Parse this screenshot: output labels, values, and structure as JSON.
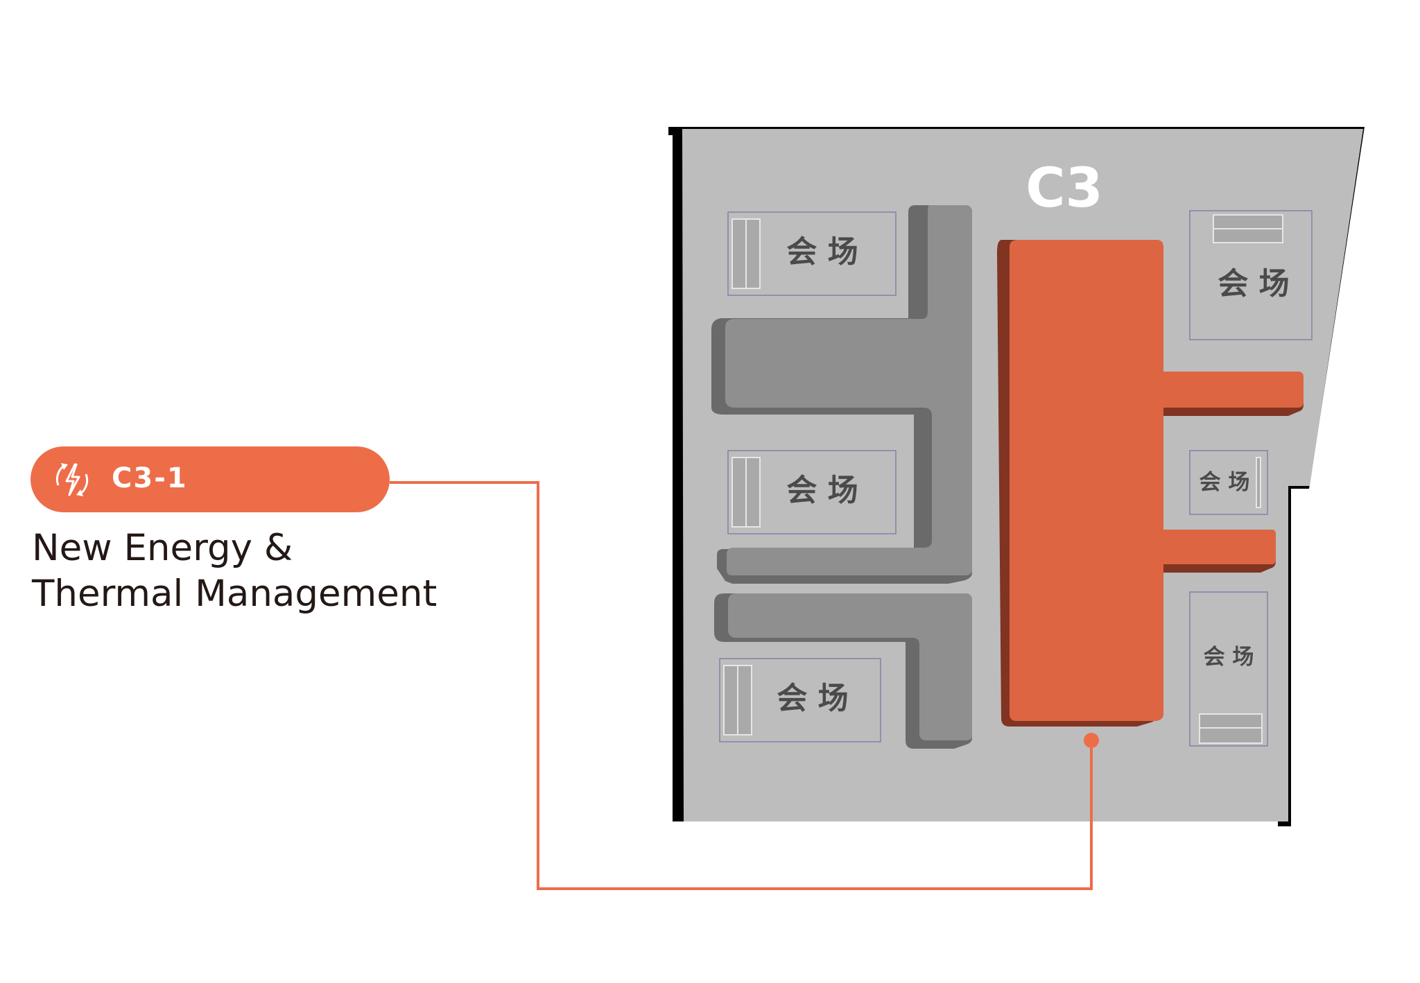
{
  "hall": {
    "title": "C3"
  },
  "zone": {
    "code": "C3-1",
    "name_line1": "New Energy &",
    "name_line2": "Thermal Management",
    "icon": "lightning-cycle-icon"
  },
  "venues": [
    {
      "label": "会 场"
    },
    {
      "label": "会 场"
    },
    {
      "label": "会 场"
    },
    {
      "label": "会 场"
    },
    {
      "label": "会 场"
    },
    {
      "label": "会 场"
    }
  ],
  "colors": {
    "accent": "#ED6D49",
    "booth_orange": "#DD6542",
    "booth_orange_shadow": "#803421",
    "floor": "#BDBDBD",
    "booth_gray": "#8F8F8F",
    "booth_gray_shadow": "#6A6A6A",
    "outline": "#000000"
  }
}
